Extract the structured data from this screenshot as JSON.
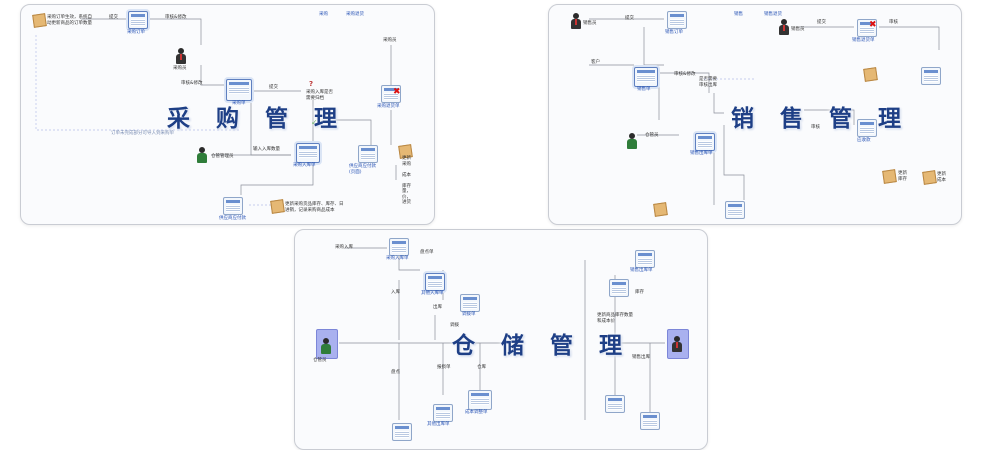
{
  "purchase": {
    "title": "采 购 管 理",
    "labels": {
      "t1": "采购订单生效，系统自\n动更新商品的订单数量",
      "t2": "提交",
      "t3": "审核&修改",
      "t4": "采购员",
      "t5": "采购单",
      "t6": "审核&修改",
      "t7": "提交",
      "t8": "采购入库是否\n需要归档",
      "t9": "采购员",
      "t10": "仓管管理员",
      "t11": "输入入库数量",
      "t12": "采购入库单",
      "t13": "采购退货单",
      "t14": "供应商应付款\n(页面)",
      "t15": "更新\n采购\n\n成本\n\n库存\n量，\n价，\n进货\n",
      "t16": "供应商应付款",
      "t17": "更新采购货品库存、库存、日\n进销，记录采购商品成本",
      "t18": "订单未完成部分可导入到采购单",
      "t19": "采购",
      "t20": "采购退货",
      "t21": "采购订单"
    }
  },
  "sales": {
    "title": "销 售 管 理",
    "labels": {
      "s1": "销售员",
      "s2": "提交",
      "s3": "销售",
      "s4": "销售退货",
      "s5": "销售员",
      "s6": "审核",
      "s7": "销售订单",
      "s8": "客户",
      "s9": "销售单",
      "s10": "销售出库单",
      "s11": "销售退货单",
      "s12": "仓管员",
      "s13": "审核",
      "s14": "应收款",
      "s15": "更新\n库存",
      "s16": "更新\n成本",
      "s17": "提交",
      "s18": "审核&修改",
      "s19": "是否需要\n审核出库"
    }
  },
  "warehouse": {
    "title": "仓 储 管 理",
    "labels": {
      "w1": "采购入库",
      "w2": "采购入库单",
      "w3": "盘点单",
      "w4": "调拨",
      "w5": "报损单",
      "w6": "仓库",
      "w7": "其他入库单",
      "w8": "其他出库单",
      "w9": "调拨单",
      "w10": "盘点",
      "w11": "仓管员",
      "w12": "销售出库单",
      "w13": "成本调整单",
      "w14": "库存",
      "w15": "销售出库",
      "w16": "更新商品库存数量\n和成本价",
      "w17": "入库",
      "w18": "出库"
    }
  }
}
